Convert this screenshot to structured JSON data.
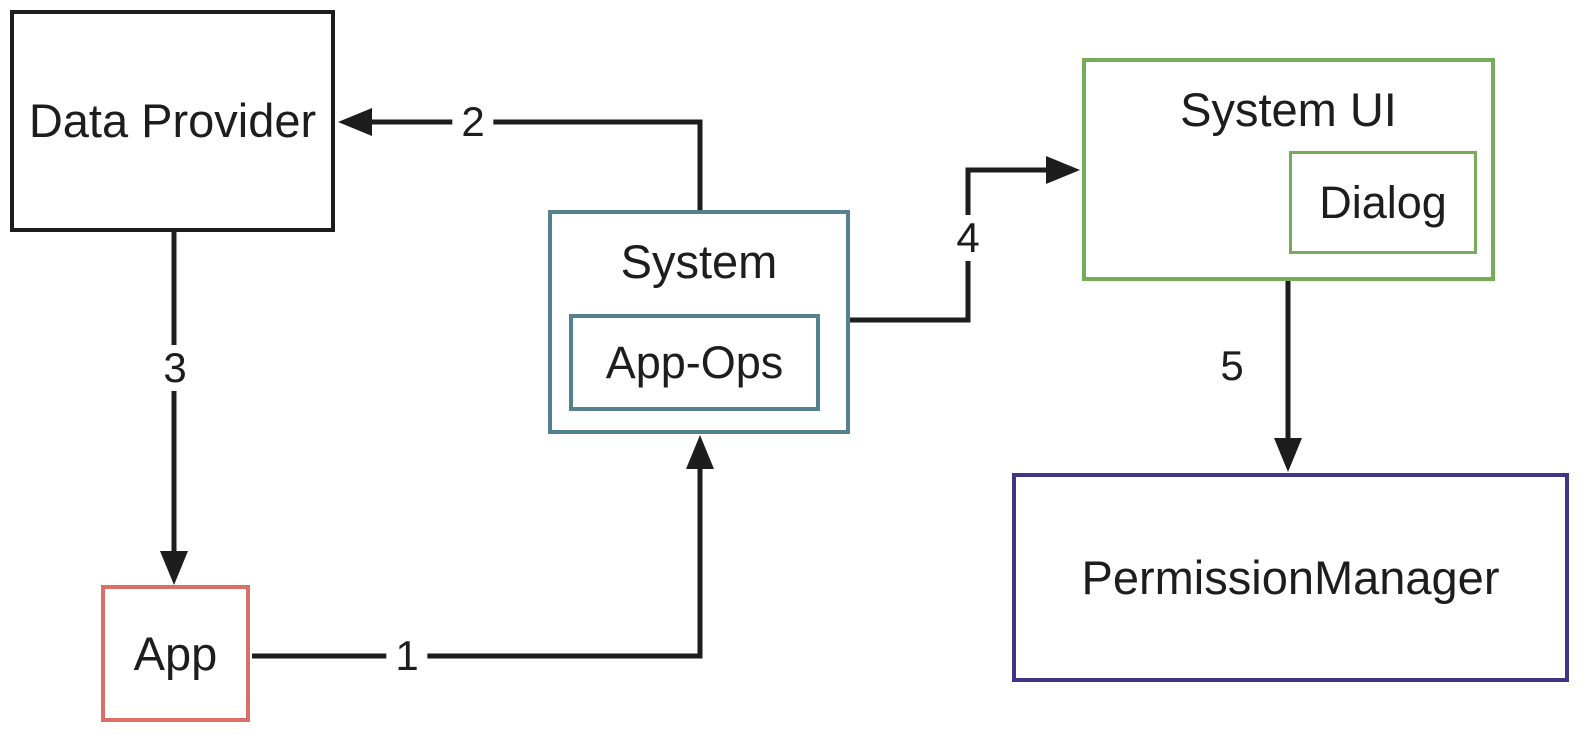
{
  "colors": {
    "background": "#ffffff",
    "line": "#1d1d1d",
    "text": "#1d1d1d",
    "boxBlack": "#1d1d1d",
    "boxTeal": "#55808e",
    "boxGreen": "#76ab58",
    "boxPurple": "#413589",
    "boxRed": "#db6f67"
  },
  "diagram": {
    "boxes": {
      "data_provider": {
        "label": "Data Provider"
      },
      "system": {
        "label": "System"
      },
      "app_ops": {
        "label": "App-Ops"
      },
      "system_ui": {
        "label": "System UI"
      },
      "dialog": {
        "label": "Dialog"
      },
      "permission_manager": {
        "label": "PermissionManager"
      },
      "app": {
        "label": "App"
      }
    },
    "arrows": [
      {
        "label": "1",
        "from": "app",
        "to": "system"
      },
      {
        "label": "2",
        "from": "system",
        "to": "data_provider"
      },
      {
        "label": "3",
        "from": "data_provider",
        "to": "app"
      },
      {
        "label": "4",
        "from": "system",
        "to": "system_ui"
      },
      {
        "label": "5",
        "from": "system_ui",
        "to": "permission_manager"
      }
    ]
  }
}
